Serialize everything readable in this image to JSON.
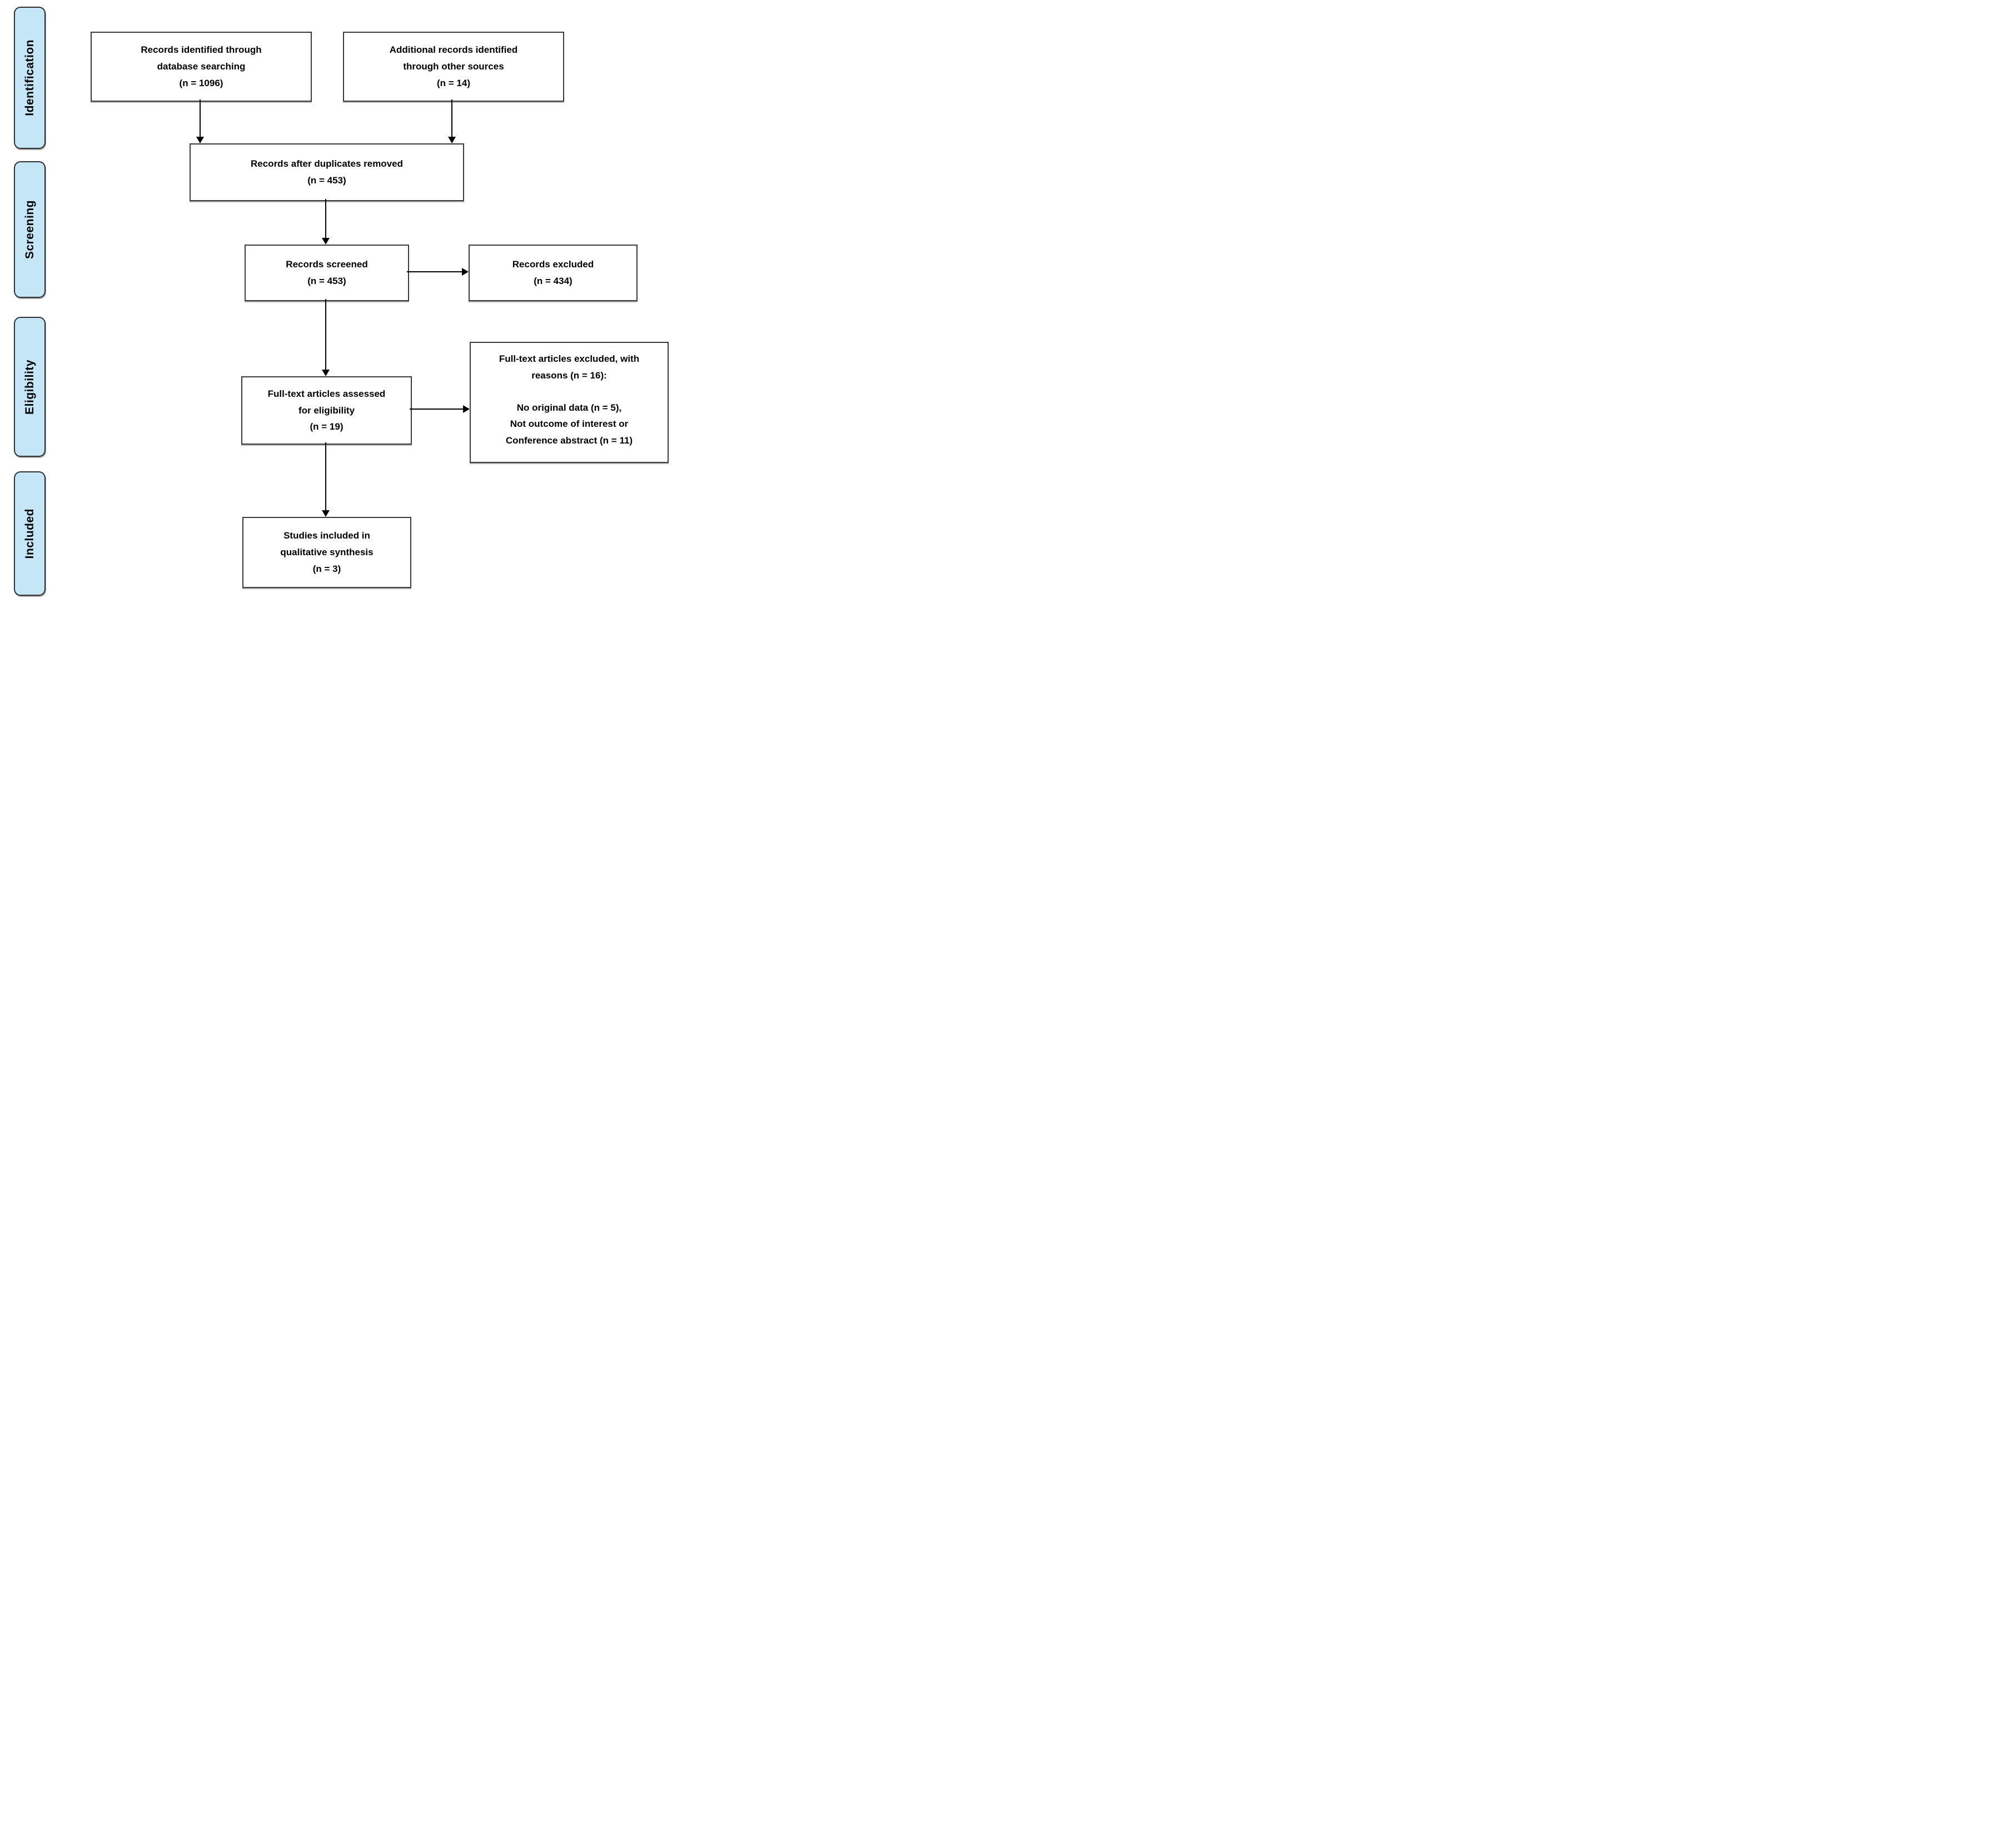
{
  "phases": [
    {
      "label": "Identification"
    },
    {
      "label": "Screening"
    },
    {
      "label": "Eligibility"
    },
    {
      "label": "Included"
    }
  ],
  "boxes": {
    "identified": {
      "lines": [
        "Records identified through",
        "database searching",
        "(n = 1096)"
      ]
    },
    "additional": {
      "lines": [
        "Additional records identified",
        "through other sources",
        "(n = 14)"
      ]
    },
    "deduplicated": {
      "lines": [
        "Records after duplicates removed",
        "(n = 453)"
      ]
    },
    "screened": {
      "lines": [
        "Records screened",
        "(n = 453)"
      ]
    },
    "excluded": {
      "lines": [
        "Records excluded",
        "(n = 434)"
      ]
    },
    "fulltext": {
      "lines": [
        "Full-text articles assessed",
        "for eligibility",
        "(n = 19)"
      ]
    },
    "fulltext_excluded": {
      "header_lines": [
        "Full-text articles excluded, with",
        "reasons (n = 16):"
      ],
      "reason_lines": [
        "No original data (n = 5),",
        "Not outcome of interest or",
        "Conference abstract (n = 11)"
      ]
    },
    "included": {
      "lines": [
        "Studies included in",
        "qualitative synthesis",
        "(n = 3)"
      ]
    }
  },
  "colors": {
    "phase_fill": "#C4E6F7",
    "phase_border": "#2F2F2F",
    "box_border": "#3A3A3A",
    "arrow": "#000000"
  }
}
